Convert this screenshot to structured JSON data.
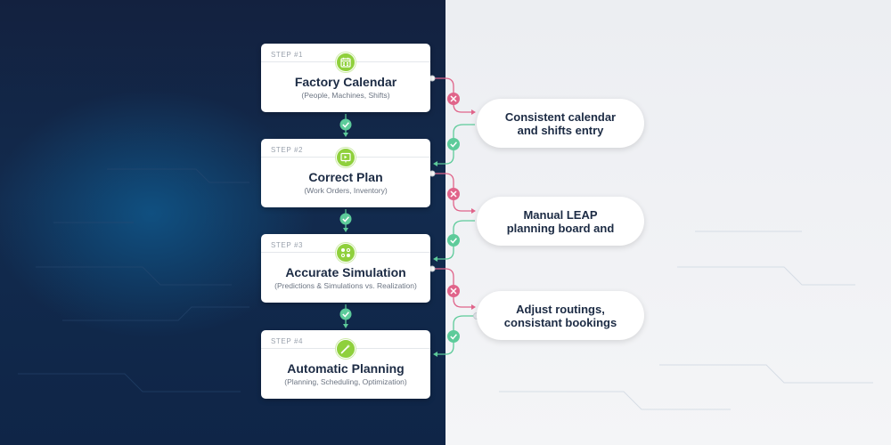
{
  "colors": {
    "dark_navy": "#13213f",
    "card_title": "#1c2b44",
    "success_green": "#5dcb9a",
    "icon_green": "#8fd03c",
    "reject_pink": "#e0648a"
  },
  "steps": [
    {
      "label": "STEP #1",
      "title": "Factory Calendar",
      "subtitle": "(People, Machines, Shifts)",
      "icon": "calendar-icon"
    },
    {
      "label": "STEP #2",
      "title": "Correct Plan",
      "subtitle": "(Work Orders, Inventory)",
      "icon": "presentation-board-icon"
    },
    {
      "label": "STEP #3",
      "title": "Accurate Simulation",
      "subtitle": "(Predictions & Simulations vs. Realization)",
      "icon": "simulation-nodes-icon"
    },
    {
      "label": "STEP #4",
      "title": "Automatic Planning",
      "subtitle": "(Planning, Scheduling, Optimization)",
      "icon": "magic-wand-icon"
    }
  ],
  "callouts": [
    {
      "text": "Consistent calendar\nand shifts entry"
    },
    {
      "text": "Manual LEAP\nplanning board and"
    },
    {
      "text": "Adjust routings,\nconsistant bookings"
    }
  ]
}
